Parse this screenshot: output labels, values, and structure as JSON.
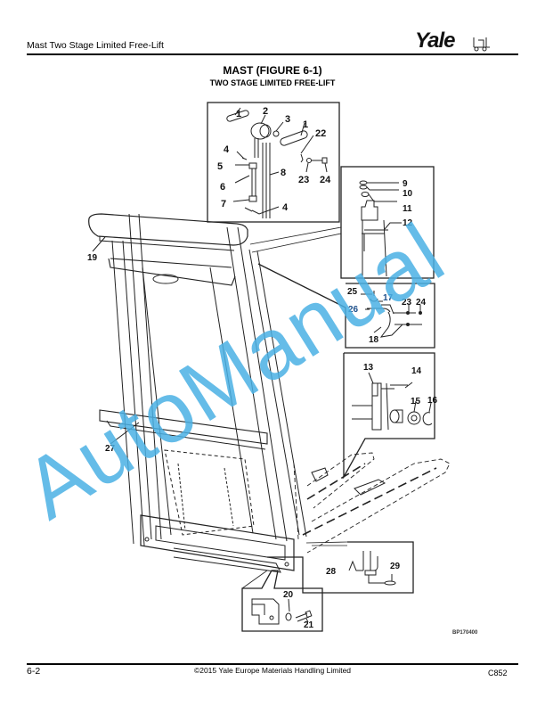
{
  "header": {
    "title": "Mast Two Stage Limited Free-Lift",
    "logo": "Yale"
  },
  "figure": {
    "title": "MAST (FIGURE 6-1)",
    "subtitle": "TWO STAGE LIMITED FREE-LIFT",
    "drawing_code": "BP170400",
    "callouts": {
      "c1a": "1",
      "c2": "2",
      "c3": "3",
      "c1b": "1",
      "c22": "22",
      "c4a": "4",
      "c5": "5",
      "c8": "8",
      "c6": "6",
      "c23a": "23",
      "c24a": "24",
      "c7": "7",
      "c4b": "4",
      "c9": "9",
      "c10": "10",
      "c11": "11",
      "c12": "12",
      "c19": "19",
      "c25": "25",
      "c17": "17",
      "c23b": "23",
      "c24b": "24",
      "c26": "26",
      "c18": "18",
      "c13": "13",
      "c14": "14",
      "c15": "15",
      "c16": "16",
      "c27": "27",
      "c28": "28",
      "c29": "29",
      "c20": "20",
      "c21": "21"
    }
  },
  "watermark": {
    "text": "AutoManual",
    "color": "#4ab0e4"
  },
  "footer": {
    "page": "6-2",
    "copyright": "©2015 Yale Europe Materials Handling Limited",
    "code": "C852"
  }
}
